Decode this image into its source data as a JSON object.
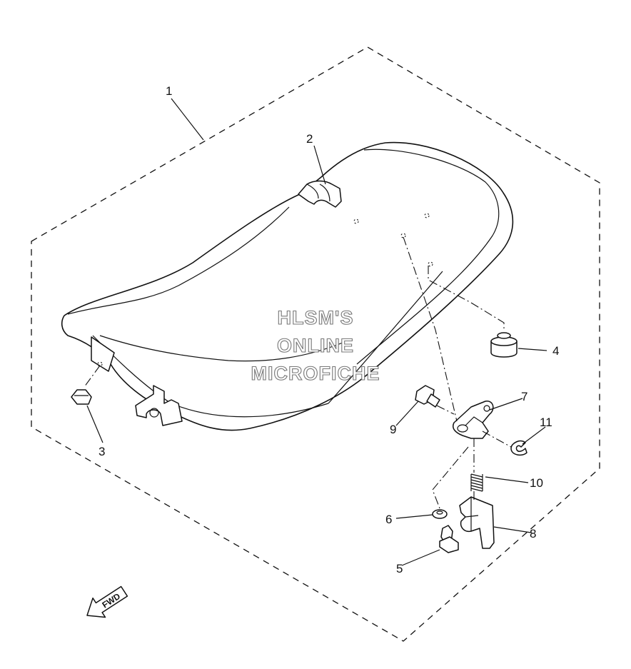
{
  "diagram": {
    "callouts": [
      {
        "id": "1",
        "label": "1"
      },
      {
        "id": "2",
        "label": "2"
      },
      {
        "id": "3",
        "label": "3"
      },
      {
        "id": "4",
        "label": "4"
      },
      {
        "id": "5",
        "label": "5"
      },
      {
        "id": "6",
        "label": "6"
      },
      {
        "id": "7",
        "label": "7"
      },
      {
        "id": "8",
        "label": "8"
      },
      {
        "id": "9",
        "label": "9"
      },
      {
        "id": "10",
        "label": "10"
      },
      {
        "id": "11",
        "label": "11"
      }
    ],
    "watermark": {
      "line1": "HLSM'S",
      "line2": "ONLINE",
      "line3": "MICROFICHE"
    },
    "direction_arrow": {
      "label": "FWD",
      "icon": "fwd-arrow-icon"
    }
  }
}
